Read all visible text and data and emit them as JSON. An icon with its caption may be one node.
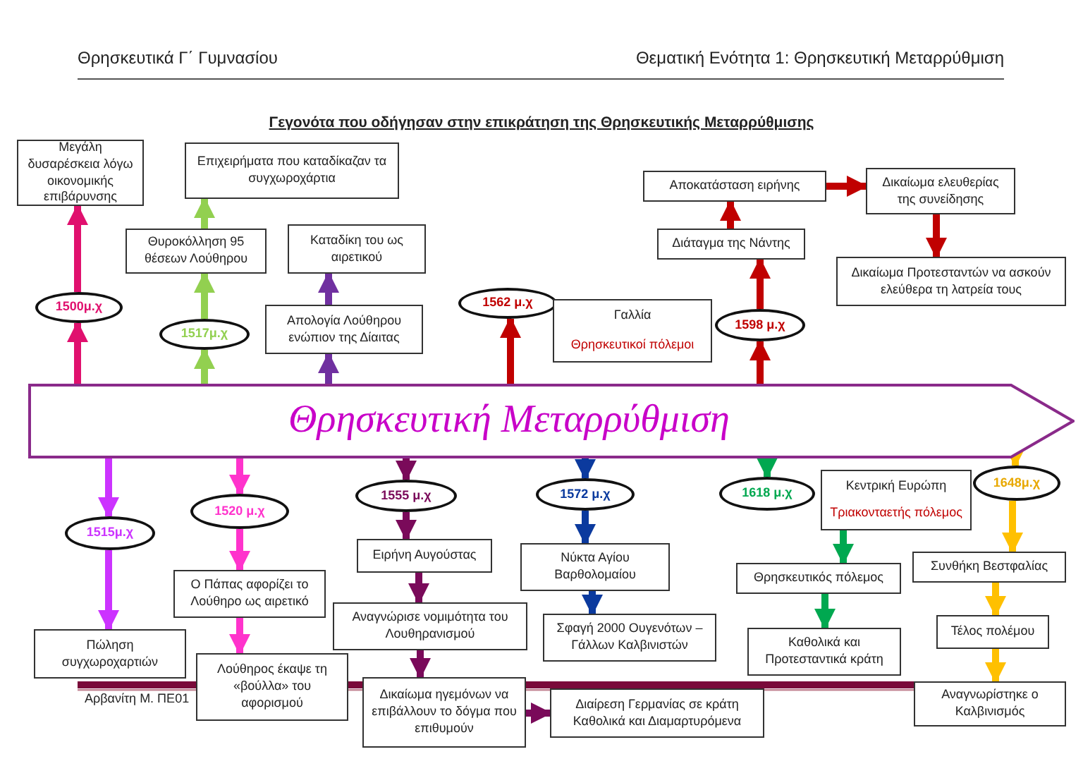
{
  "diagram": {
    "title": "Γεγονότα που οδήγησαν στην επικράτηση της Θρησκευτικής Μεταρρύθμισης",
    "nodes": [
      {
        "text": [
          "Θρησκευτική Μεταρρύθμιση"
        ]
      },
      {
        "text": [
          "1500μ.χ"
        ]
      },
      {
        "text": [
          "Μεγάλη δυσαρέσκεια λόγω οικονομικής επιβάρυνσης"
        ]
      },
      {
        "text": [
          "1517μ.χ"
        ]
      },
      {
        "text": [
          "Θυροκόλληση 95 θέσεων Λούθηρου"
        ]
      },
      {
        "text": [
          "Επιχειρήματα που καταδίκαζαν τα συγχωροχάρτια"
        ]
      },
      {
        "text": [
          "Απολογία Λούθηρου ενώπιον της Δίαιτας"
        ]
      },
      {
        "text": [
          "Καταδίκη του ως αιρετικού"
        ]
      },
      {
        "text": [
          "1562 μ.χ"
        ]
      },
      {
        "text": [
          "Γαλλία",
          "Θρησκευτικοί πόλεμοι"
        ]
      },
      {
        "text": [
          "1598 μ.χ"
        ]
      },
      {
        "text": [
          "Διάταγμα της Νάντης"
        ]
      },
      {
        "text": [
          "Αποκατάσταση ειρήνης"
        ]
      },
      {
        "text": [
          "Δικαίωμα ελευθερίας της συνείδησης"
        ]
      },
      {
        "text": [
          "Δικαίωμα Προτεσταντών να ασκούν ελεύθερα τη λατρεία τους"
        ]
      },
      {
        "text": [
          "1515μ.χ"
        ]
      },
      {
        "text": [
          "Πώληση συγχωροχαρτιών"
        ]
      },
      {
        "text": [
          "1520 μ.χ"
        ]
      },
      {
        "text": [
          "Ο Πάπας αφορίζει το Λούθηρο ως αιρετικό"
        ]
      },
      {
        "text": [
          "Λούθηρος έκαψε τη «βούλλα» του αφορισμού"
        ]
      },
      {
        "text": [
          "1555 μ.χ"
        ]
      },
      {
        "text": [
          "Ειρήνη Αυγούστας"
        ]
      },
      {
        "text": [
          "Αναγνώρισε νομιμότητα του Λουθηρανισμού"
        ]
      },
      {
        "text": [
          "Δικαίωμα ηγεμόνων να επιβάλλουν το δόγμα που επιθυμούν"
        ]
      },
      {
        "text": [
          "Διαίρεση Γερμανίας σε κράτη Καθολικά και Διαμαρτυρόμενα"
        ]
      },
      {
        "text": [
          "1572 μ.χ"
        ]
      },
      {
        "text": [
          "Νύκτα Αγίου Βαρθολομαίου"
        ]
      },
      {
        "text": [
          "Σφαγή 2000 Ουγενότων –Γάλλων Καλβινιστών"
        ]
      },
      {
        "text": [
          "1618 μ.χ"
        ]
      },
      {
        "text": [
          "Κεντρική Ευρώπη",
          "Τριακονταετής πόλεμος"
        ]
      },
      {
        "text": [
          "Θρησκευτικός πόλεμος"
        ]
      },
      {
        "text": [
          "Καθολικά και Προτεσταντικά κράτη"
        ]
      },
      {
        "text": [
          "1648μ.χ"
        ]
      },
      {
        "text": [
          "Συνθήκη Βεστφαλίας"
        ]
      },
      {
        "text": [
          "Τέλος πολέμου"
        ]
      },
      {
        "text": [
          "Αναγνωρίστηκε ο Καλβινισμός"
        ]
      }
    ],
    "edges": [
      {
        "from": 0,
        "to": 1,
        "arrow": "to",
        "color": "#e0106e"
      },
      {
        "from": 1,
        "to": 2,
        "arrow": "to",
        "color": "#e0106e"
      },
      {
        "from": 0,
        "to": 3,
        "arrow": "to",
        "color": "#92d050"
      },
      {
        "from": 3,
        "to": 4,
        "arrow": "to",
        "color": "#92d050"
      },
      {
        "from": 4,
        "to": 5,
        "arrow": "to",
        "color": "#92d050"
      },
      {
        "from": 0,
        "to": 6,
        "arrow": "to",
        "color": "#7030a0"
      },
      {
        "from": 6,
        "to": 7,
        "arrow": "to",
        "color": "#7030a0"
      },
      {
        "from": 0,
        "to": 8,
        "arrow": "to",
        "color": "#c00000"
      },
      {
        "from": 0,
        "to": 10,
        "arrow": "to",
        "color": "#c00000"
      },
      {
        "from": 10,
        "to": 11,
        "arrow": "to",
        "color": "#c00000"
      },
      {
        "from": 11,
        "to": 12,
        "arrow": "to",
        "color": "#c00000"
      },
      {
        "from": 12,
        "to": 13,
        "arrow": "to",
        "color": "#c00000"
      },
      {
        "from": 13,
        "to": 14,
        "arrow": "to",
        "color": "#c00000"
      },
      {
        "from": 0,
        "to": 15,
        "arrow": "to",
        "color": "#cc33ff"
      },
      {
        "from": 15,
        "to": 16,
        "arrow": "to",
        "color": "#cc33ff"
      },
      {
        "from": 0,
        "to": 17,
        "arrow": "to",
        "color": "#ff33cc"
      },
      {
        "from": 17,
        "to": 18,
        "arrow": "to",
        "color": "#ff33cc"
      },
      {
        "from": 18,
        "to": 19,
        "arrow": "to",
        "color": "#ff33cc"
      },
      {
        "from": 0,
        "to": 20,
        "arrow": "to",
        "color": "#7a0a5a"
      },
      {
        "from": 20,
        "to": 21,
        "arrow": "to",
        "color": "#7a0a5a"
      },
      {
        "from": 21,
        "to": 22,
        "arrow": "to",
        "color": "#7a0a5a"
      },
      {
        "from": 22,
        "to": 23,
        "arrow": "to",
        "color": "#7a0a5a"
      },
      {
        "from": 23,
        "to": 24,
        "arrow": "to",
        "color": "#7a0a5a"
      },
      {
        "from": 0,
        "to": 25,
        "arrow": "to",
        "color": "#0b3a9e"
      },
      {
        "from": 25,
        "to": 26,
        "arrow": "to",
        "color": "#0b3a9e"
      },
      {
        "from": 26,
        "to": 27,
        "arrow": "to",
        "color": "#0b3a9e"
      },
      {
        "from": 0,
        "to": 28,
        "arrow": "to",
        "color": "#00a850"
      },
      {
        "from": 29,
        "to": 30,
        "arrow": "to",
        "color": "#00a850"
      },
      {
        "from": 30,
        "to": 31,
        "arrow": "to",
        "color": "#00a850"
      },
      {
        "from": 0,
        "to": 32,
        "arrow": "to",
        "color": "#ffc000"
      },
      {
        "from": 32,
        "to": 33,
        "arrow": "to",
        "color": "#ffc000"
      },
      {
        "from": 33,
        "to": 34,
        "arrow": "to",
        "color": "#ffc000"
      },
      {
        "from": 34,
        "to": 35,
        "arrow": "to",
        "color": "#ffc000"
      }
    ],
    "labels": [
      "Θρησκευτικά Γ΄ Γυμνασίου",
      "Θεματική Ενότητα 1: Θρησκευτική Μεταρρύθμιση",
      "Αρβανίτη Μ. ΠΕ01"
    ]
  }
}
